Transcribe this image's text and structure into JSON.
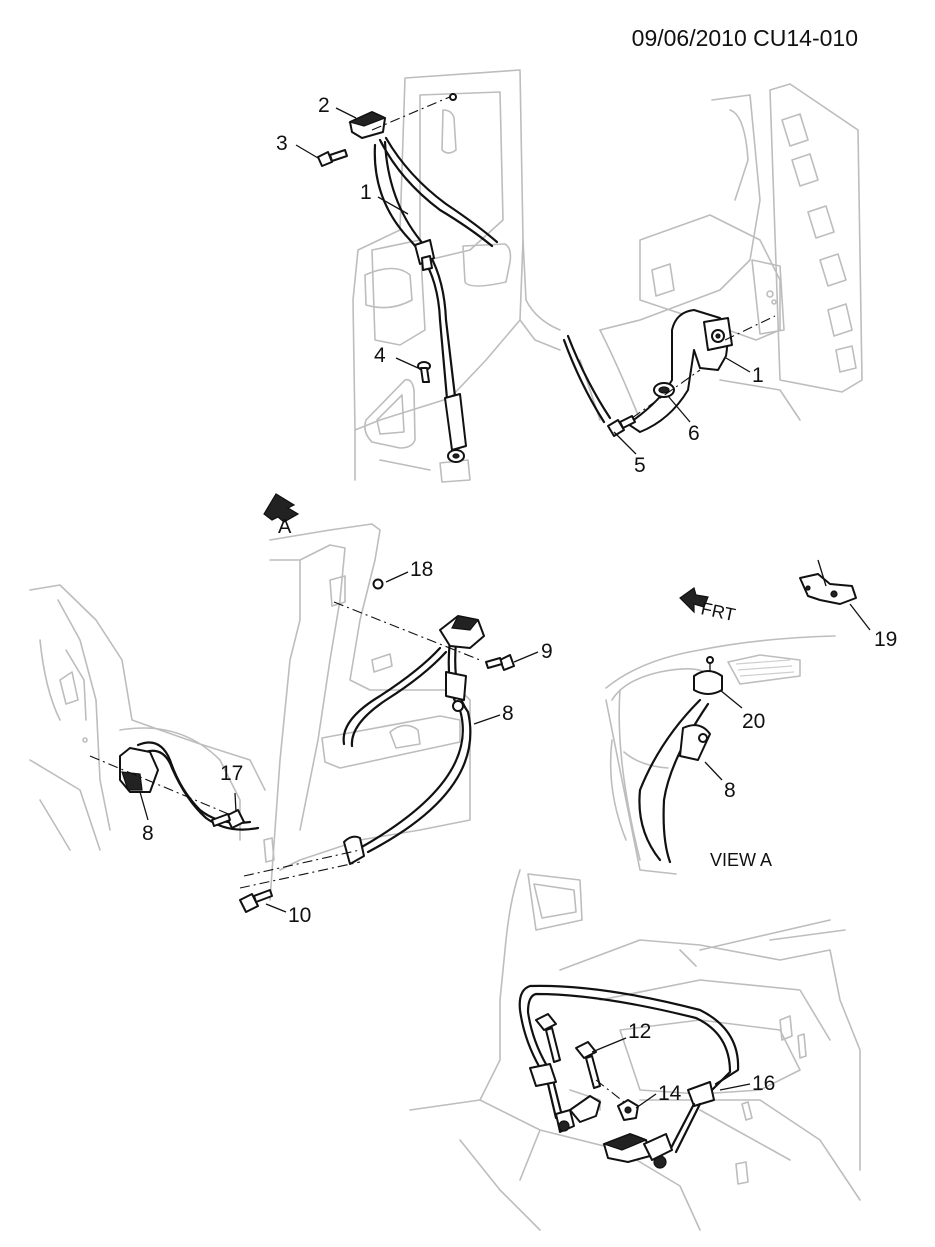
{
  "header": {
    "doc_ref": "09/06/2010 CU14-010"
  },
  "callouts": {
    "c1a": "1",
    "c2": "2",
    "c3": "3",
    "c1b": "1",
    "c4": "4",
    "c5": "5",
    "c6": "6",
    "c8a": "8",
    "c8b": "8",
    "c8c": "8",
    "c9": "9",
    "c10": "10",
    "c12": "12",
    "c14": "14",
    "c16": "16",
    "c17": "17",
    "c18": "18",
    "c19": "19",
    "c20": "20"
  },
  "labels": {
    "view_arrow": "A",
    "front_arrow": "FRT",
    "view_caption": "VIEW A"
  }
}
